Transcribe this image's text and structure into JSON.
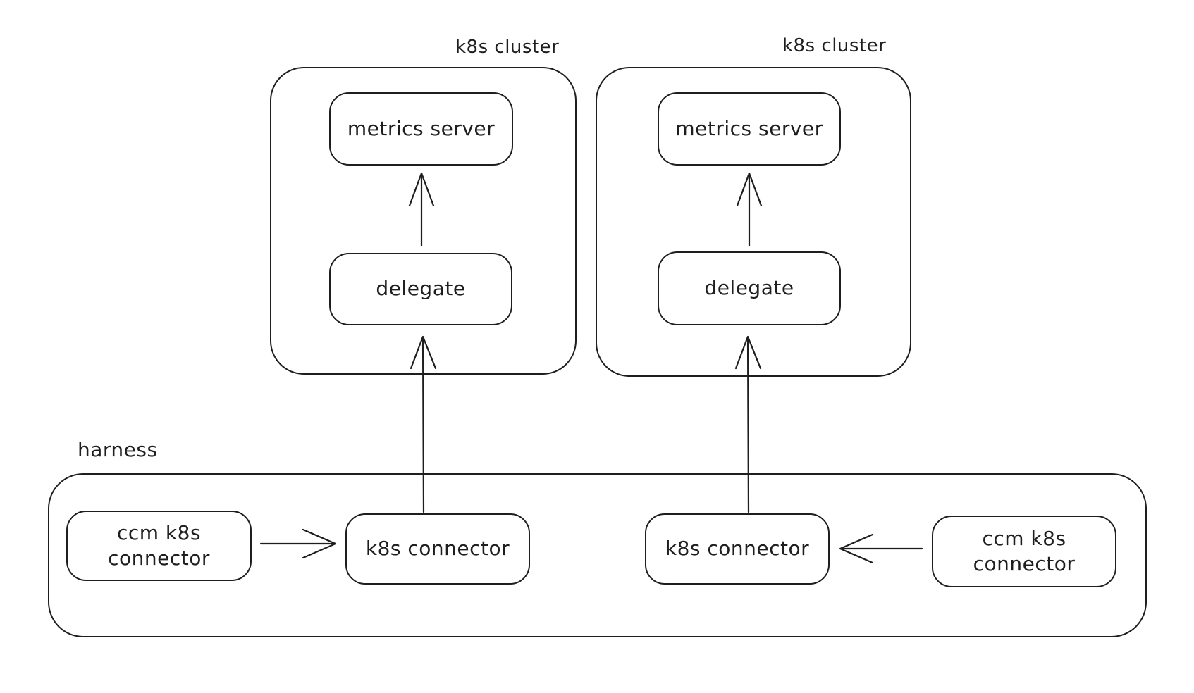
{
  "colors": {
    "stroke": "#1e1e1e",
    "background": "#ffffff"
  },
  "clusters": [
    {
      "label": "k8s cluster",
      "metrics_server": "metrics server",
      "delegate": "delegate"
    },
    {
      "label": "k8s cluster",
      "metrics_server": "metrics server",
      "delegate": "delegate"
    }
  ],
  "harness": {
    "label": "harness",
    "ccm_connector_left": "ccm k8s connector",
    "k8s_connector_left": "k8s connector",
    "k8s_connector_right": "k8s connector",
    "ccm_connector_right": "ccm k8s connector"
  },
  "edges": [
    {
      "from": "delegate (left k8s cluster)",
      "to": "metrics server (left k8s cluster)"
    },
    {
      "from": "delegate (right k8s cluster)",
      "to": "metrics server (right k8s cluster)"
    },
    {
      "from": "k8s connector (harness, left)",
      "to": "delegate (left k8s cluster)"
    },
    {
      "from": "k8s connector (harness, right)",
      "to": "delegate (right k8s cluster)"
    },
    {
      "from": "ccm k8s connector (left)",
      "to": "k8s connector (left)"
    },
    {
      "from": "ccm k8s connector (right)",
      "to": "k8s connector (right)"
    }
  ]
}
